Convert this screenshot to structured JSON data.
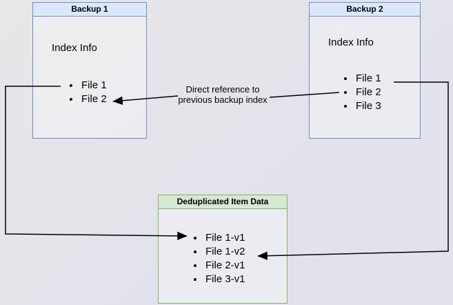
{
  "colors": {
    "background_top": "#e7e6e8",
    "background_bottom": "#e2e2ec",
    "blue_fill": "#dae8fc",
    "blue_stroke": "#6c8ebf",
    "green_fill": "#d5e8d4",
    "green_stroke": "#82b366",
    "arrow_color": "#000000",
    "text_color": "#000000"
  },
  "diagram": {
    "backup1": {
      "title": "Backup 1",
      "index_label": "Index Info",
      "files": [
        "File 1",
        "File 2"
      ]
    },
    "backup2": {
      "title": "Backup 2",
      "index_label": "Index Info",
      "files": [
        "File 1",
        "File 2",
        "File 3"
      ]
    },
    "dedup": {
      "title": "Deduplicated Item Data",
      "files": [
        "File 1-v1",
        "File 1-v2",
        "File 2-v1",
        "File 3-v1"
      ]
    },
    "annotation": {
      "line1": "Direct reference to",
      "line2": "previous backup index"
    }
  }
}
